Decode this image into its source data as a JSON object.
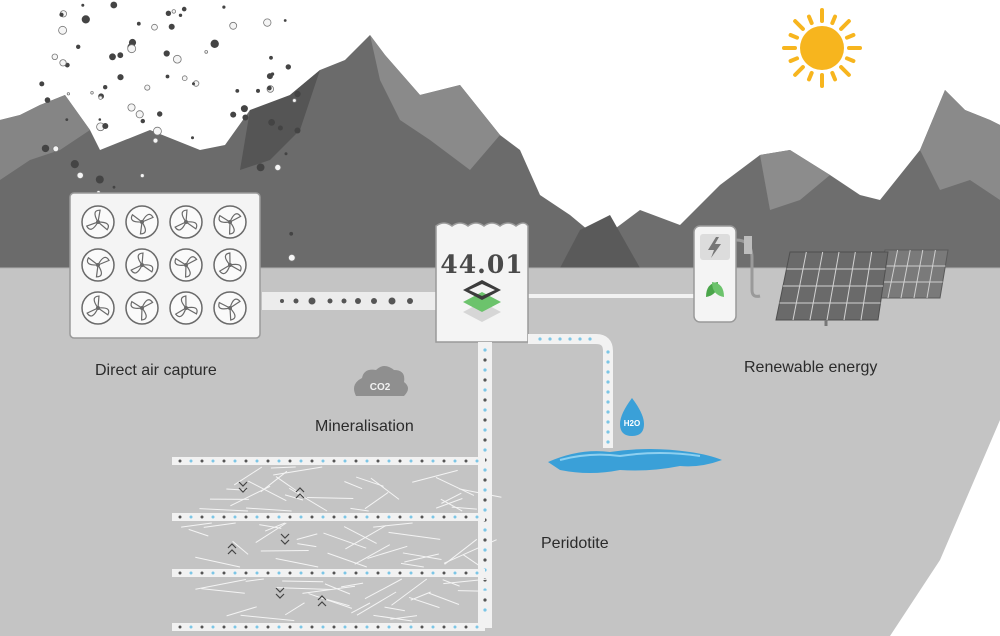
{
  "labels": {
    "direct_air_capture": "Direct air capture",
    "renewable_energy": "Renewable energy",
    "mineralisation": "Mineralisation",
    "peridotite": "Peridotite"
  },
  "brand": {
    "logo_text": "44.01"
  },
  "badges": {
    "co2": "CO2",
    "h2o": "H2O"
  },
  "colors": {
    "sky": "#ffffff",
    "mountain": "#6e6e6e",
    "ground": "#c6c6c6",
    "sun": "#f7b51e",
    "water": "#3aa0d8",
    "accent_green": "#4aa54a",
    "pipe_dot_blue": "#7cc6e6",
    "pipe_dot_dark": "#555555"
  },
  "icons": [
    "sun-icon",
    "fan-icon",
    "charger-icon",
    "leaf-icon",
    "lightning-icon",
    "solar-panel-icon",
    "cloud-icon",
    "droplet-icon",
    "chevron-icon"
  ]
}
